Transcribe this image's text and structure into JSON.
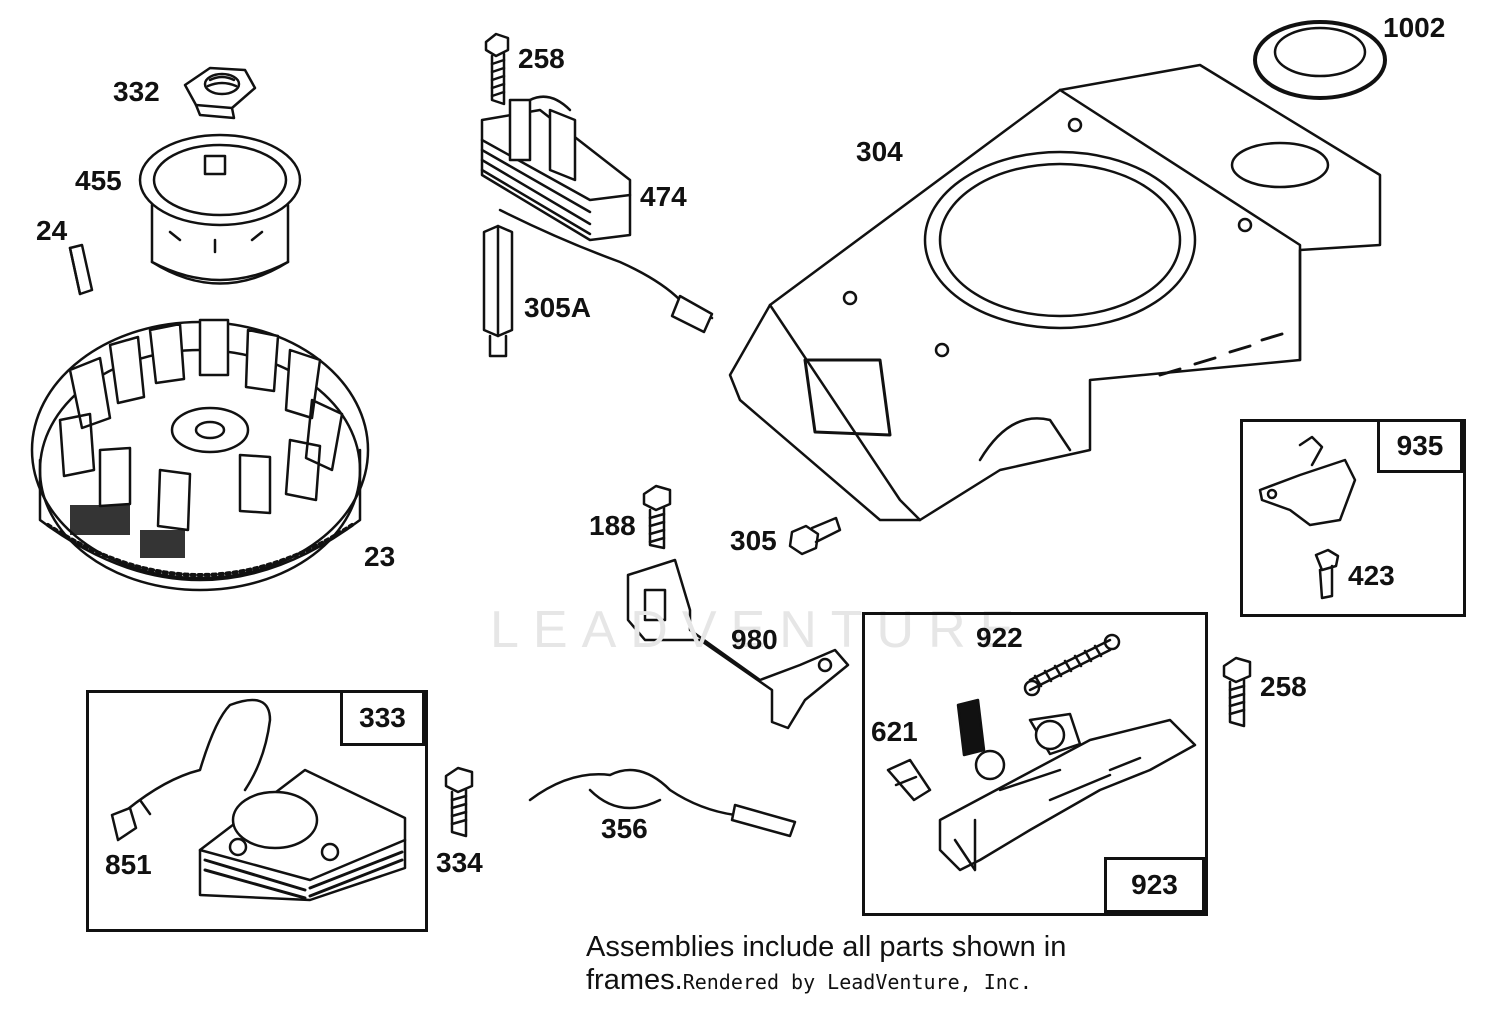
{
  "diagram": {
    "part_labels": {
      "p332": "332",
      "p455": "455",
      "p24": "24",
      "p23": "23",
      "p258_top": "258",
      "p474": "474",
      "p305A": "305A",
      "p304": "304",
      "p1002": "1002",
      "p188": "188",
      "p305": "305",
      "p980": "980",
      "p922": "922",
      "p621": "621",
      "p258_right": "258",
      "p423": "423",
      "p851": "851",
      "p334": "334",
      "p356": "356"
    },
    "frames": {
      "f333": "333",
      "f923": "923",
      "f935": "935"
    },
    "note": "Assemblies include all parts shown in frames.",
    "credit": "Rendered by LeadVenture, Inc.",
    "watermark": "LEADVENTURE"
  }
}
